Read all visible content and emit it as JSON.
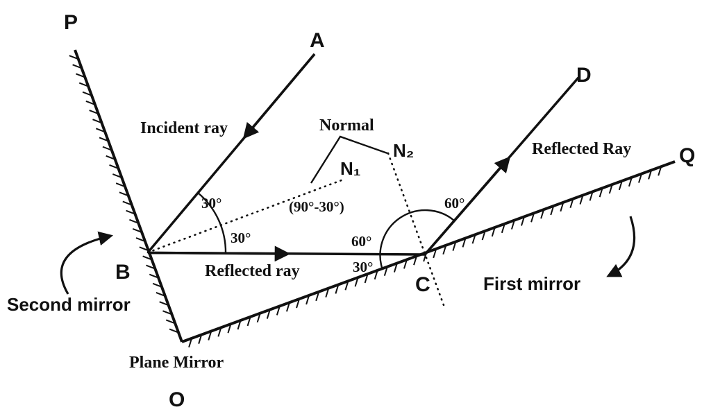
{
  "diagram": {
    "points": {
      "P": "P",
      "A": "A",
      "D": "D",
      "Q": "Q",
      "B": "B",
      "C": "C",
      "O": "O",
      "N1": "N₁",
      "N2": "N₂"
    },
    "labels": {
      "incident_ray": "Incident ray",
      "reflected_ray_bc": "Reflected ray",
      "reflected_ray_cd": "Reflected Ray",
      "normal": "Normal",
      "second_mirror": "Second mirror",
      "first_mirror": "First mirror",
      "plane_mirror": "Plane Mirror"
    },
    "angles": {
      "b_upper": "30°",
      "b_lower": "30°",
      "n1_expr": "(90°-30°)",
      "c_left_upper": "60°",
      "c_left_lower": "30°",
      "c_right": "60°"
    },
    "colors": {
      "ink": "#111111",
      "background": "#ffffff"
    }
  }
}
